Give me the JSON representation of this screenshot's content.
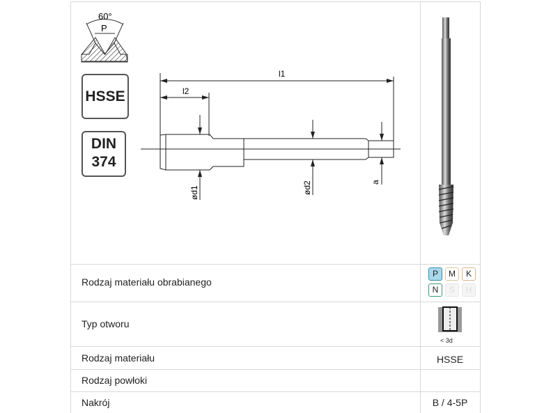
{
  "thread_profile": {
    "angle": "60°",
    "pitch": "P"
  },
  "badges": {
    "material": "HSSE",
    "standard_line1": "DIN",
    "standard_line2": "374"
  },
  "dimensions": {
    "l1": "l1",
    "l2": "l2",
    "d1": "ød1",
    "d2": "ød2",
    "a": "a"
  },
  "rows": [
    {
      "label": "Rodzaj materiału obrabianego",
      "value": ""
    },
    {
      "label": "Typ otworu",
      "value": "< 3d"
    },
    {
      "label": "Rodzaj materiału",
      "value": "HSSE"
    },
    {
      "label": "Rodzaj powłoki",
      "value": ""
    },
    {
      "label": "Nakrój",
      "value": "B / 4-5P"
    }
  ],
  "material_groups": [
    {
      "letter": "P",
      "color": "#3a8fb0",
      "fill": "#a9d8ea",
      "active": true
    },
    {
      "letter": "M",
      "color": "#d8c79a",
      "fill": "#ffffff",
      "active": true
    },
    {
      "letter": "K",
      "color": "#e0b48a",
      "fill": "#ffffff",
      "active": true
    },
    {
      "letter": "N",
      "color": "#3f9a78",
      "fill": "#ffffff",
      "active": true
    },
    {
      "letter": "S",
      "color": "#e6e6e6",
      "fill": "#f5f5f5",
      "active": false
    },
    {
      "letter": "H",
      "color": "#e6e6e6",
      "fill": "#f5f5f5",
      "active": false
    }
  ]
}
